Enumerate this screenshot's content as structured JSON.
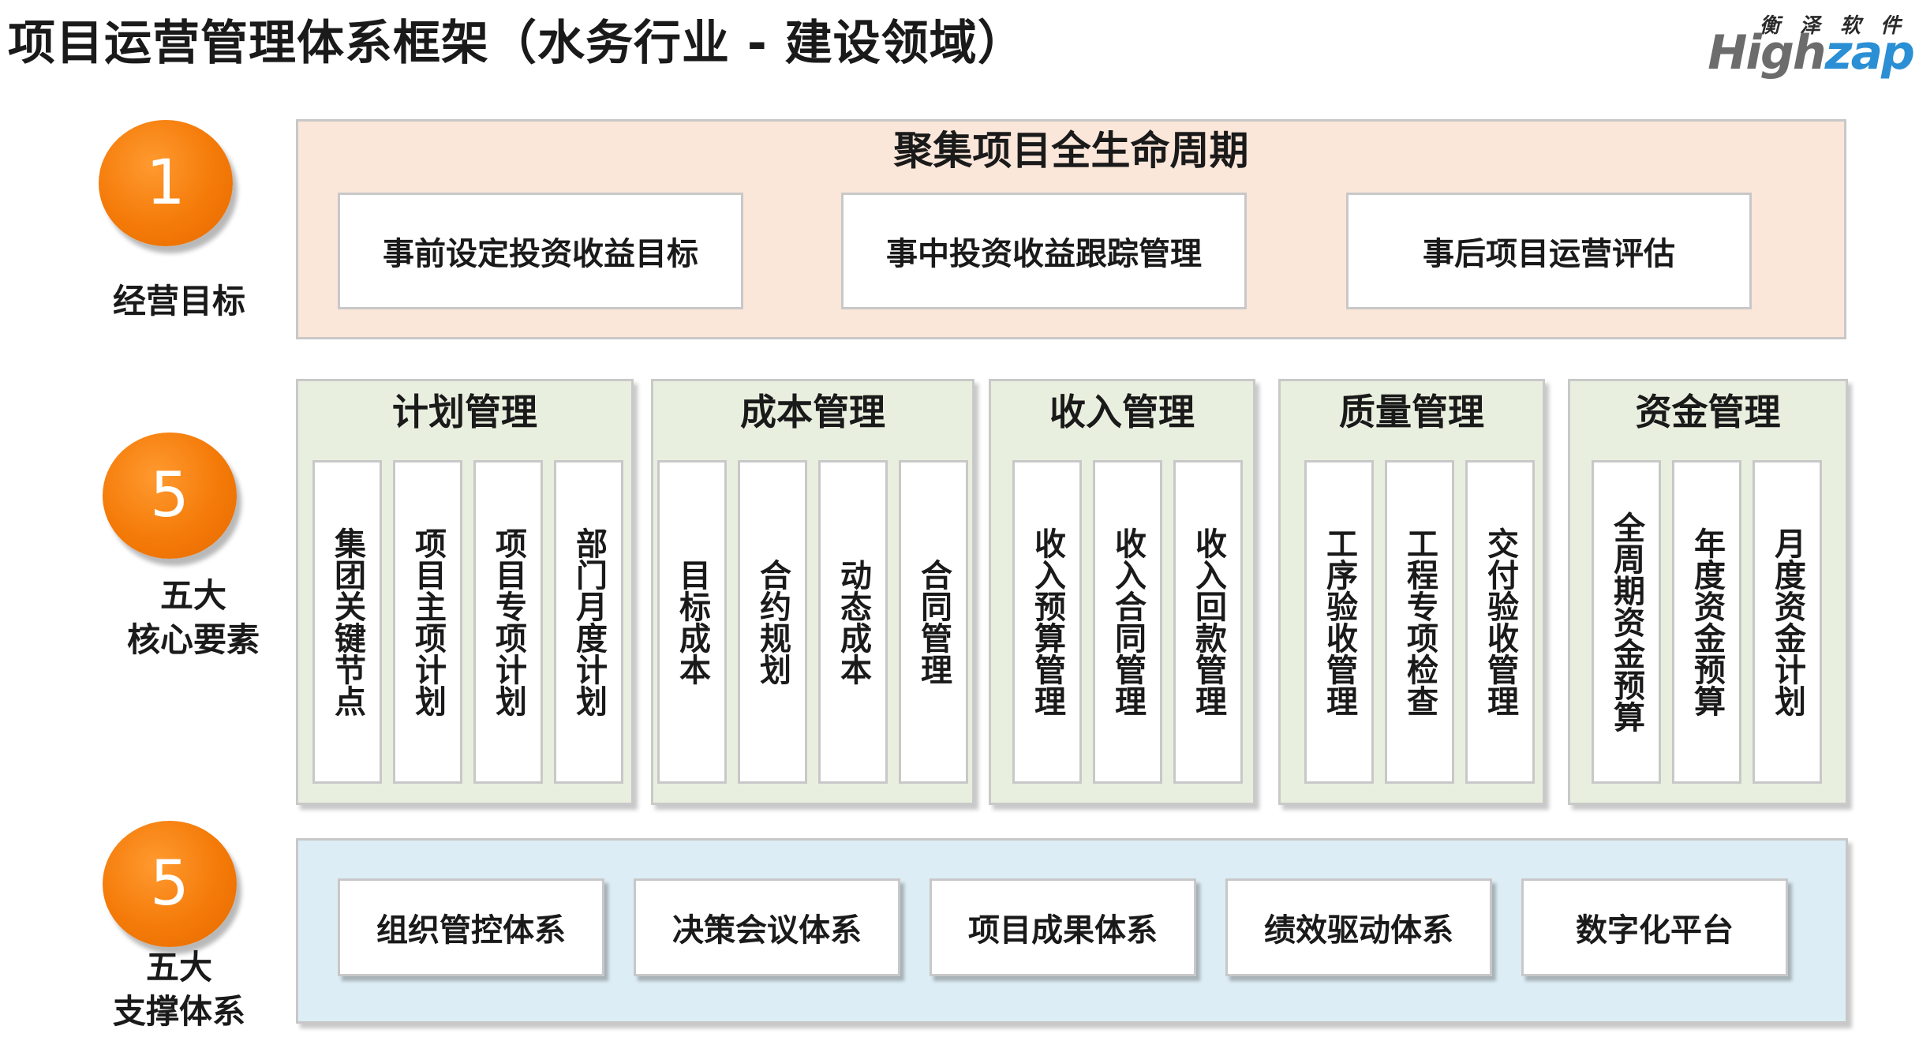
{
  "title": "项目运营管理体系框架（水务行业 - 建设领域）",
  "logo": {
    "cn": "衡 泽 软 件",
    "en_a": "High",
    "en_b": "zap"
  },
  "rows": [
    {
      "number": "1",
      "label": [
        "经营目标"
      ]
    },
    {
      "number": "5",
      "label": [
        "五大",
        "核心要素"
      ]
    },
    {
      "number": "5",
      "label": [
        "五大",
        "支撑体系"
      ]
    }
  ],
  "goal": {
    "title": "聚集项目全生命周期",
    "items": [
      "事前设定投资收益目标",
      "事中投资收益跟踪管理",
      "事后项目运营评估"
    ]
  },
  "core_groups": [
    {
      "title": "计划管理",
      "items": [
        "集团关键节点",
        "项目主项计划",
        "项目专项计划",
        "部门月度计划"
      ]
    },
    {
      "title": "成本管理",
      "items": [
        "目标成本",
        "合约规划",
        "动态成本",
        "合同管理"
      ]
    },
    {
      "title": "收入管理",
      "items": [
        "收入预算管理",
        "收入合同管理",
        "收入回款管理"
      ]
    },
    {
      "title": "质量管理",
      "items": [
        "工序验收管理",
        "工程专项检查",
        "交付验收管理"
      ]
    },
    {
      "title": "资金管理",
      "items": [
        "全周期资金预算",
        "年度资金预算",
        "月度资金计划"
      ]
    }
  ],
  "support": {
    "items": [
      "组织管控体系",
      "决策会议体系",
      "项目成果体系",
      "绩效驱动体系",
      "数字化平台"
    ]
  },
  "colors": {
    "accent_orange": "#f47a08",
    "goal_bg": "#fbe6da",
    "core_bg": "#e9efdf",
    "support_bg": "#ddedf5",
    "logo_blue": "#2a8fd4"
  }
}
